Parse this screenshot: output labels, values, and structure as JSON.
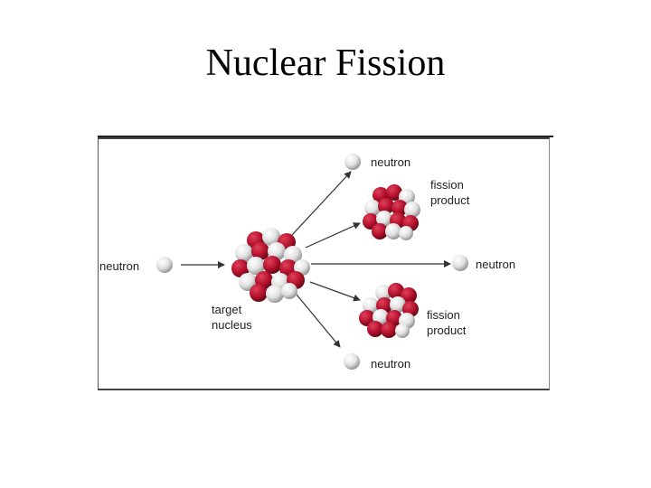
{
  "title": "Nuclear Fission",
  "diagram": {
    "labels": {
      "incoming_neutron": "neutron",
      "target_nucleus_line1": "target",
      "target_nucleus_line2": "nucleus",
      "neutron_top": "neutron",
      "neutron_middle": "neutron",
      "neutron_bottom": "neutron",
      "fission_product_top_line1": "fission",
      "fission_product_top_line2": "product",
      "fission_product_bottom_line1": "fission",
      "fission_product_bottom_line2": "product"
    },
    "colors": {
      "proton": "#b5122e",
      "neutron_particle": "#d8d8d8",
      "arrow": "#333333",
      "frame": "#444444"
    }
  }
}
